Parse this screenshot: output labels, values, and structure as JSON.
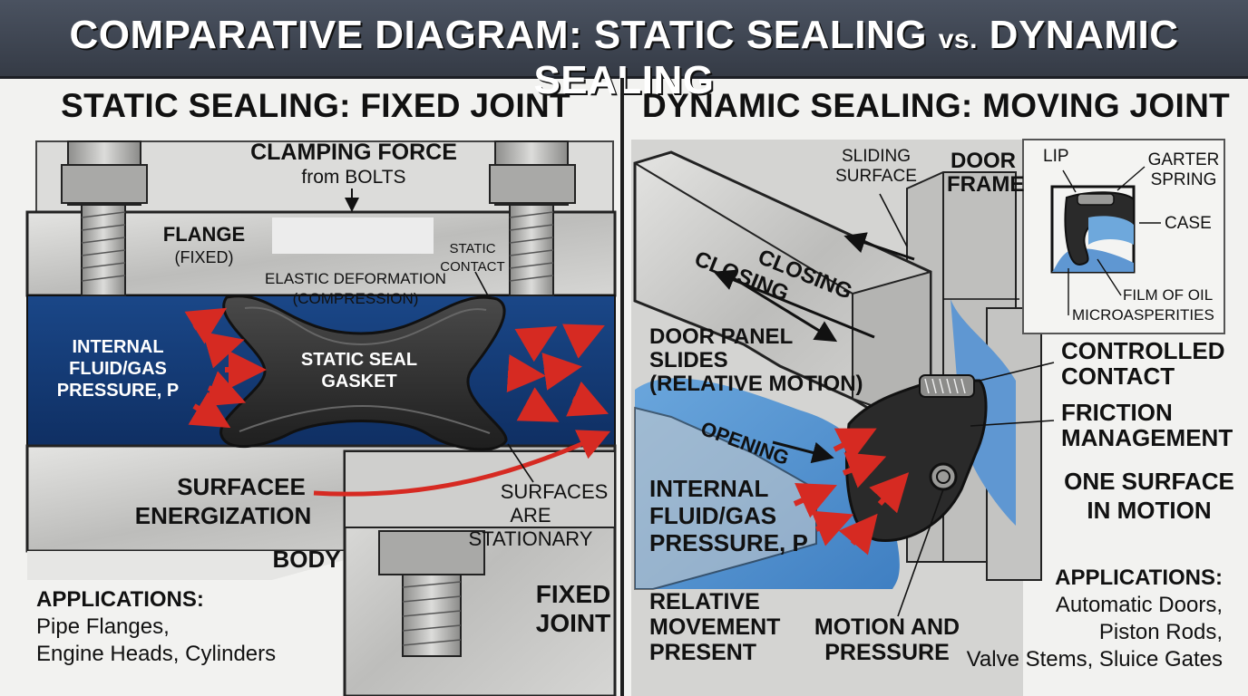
{
  "title": {
    "main_left": "COMPARATIVE DIAGRAM: STATIC SEALING ",
    "vs": "vs.",
    "main_right": " DYNAMIC SEALING"
  },
  "static": {
    "heading": "STATIC SEALING: FIXED JOINT",
    "clamping_force": "CLAMPING FORCE",
    "from_bolts": "from BOLTS",
    "flange": "FLANGE",
    "flange_fixed": "(FIXED)",
    "elastic_deformation": "ELASTIC DEFORMATION",
    "compression": "(COMPRESSION)",
    "static_contact_1": "STATIC",
    "static_contact_2": "CONTACT",
    "internal_pressure_1": "INTERNAL",
    "internal_pressure_2": "FLUID/GAS",
    "internal_pressure_3": "PRESSURE, P",
    "gasket_1": "STATIC SEAL",
    "gasket_2": "GASKET",
    "surface_energization_1": "SURFACEE",
    "surface_energization_2": "ENERGIZATION",
    "surfaces_1": "SURFACES",
    "surfaces_2": "ARE STATIONARY",
    "body": "BODY",
    "fixed_joint_1": "FIXED",
    "fixed_joint_2": "JOINT",
    "applications_heading": "APPLICATIONS:",
    "applications_1": "Pipe Flanges,",
    "applications_2": "Engine Heads, Cylinders"
  },
  "dynamic": {
    "heading": "DYNAMIC SEALING: MOVING JOINT",
    "sliding_surface_1": "SLIDING",
    "sliding_surface_2": "SURFACE",
    "door_frame_1": "DOOR",
    "door_frame_2": "FRAME",
    "closing": "CLOSING",
    "door_panel_1": "DOOR PANEL",
    "door_panel_2": "SLIDES",
    "door_panel_3": "(RELATIVE MOTION)",
    "opening": "OPENING",
    "internal_pressure_1": "INTERNAL",
    "internal_pressure_2": "FLUID/GAS",
    "internal_pressure_3": "PRESSURE, P",
    "relative_movement_1": "RELATIVE",
    "relative_movement_2": "MOVEMENT",
    "relative_movement_3": "PRESENT",
    "motion_pressure_1": "MOTION AND",
    "motion_pressure_2": "PRESSURE",
    "controlled_contact_1": "CONTROLLED",
    "controlled_contact_2": "CONTACT",
    "friction_1": "FRICTION",
    "friction_2": "MANAGEMENT",
    "one_surface_1": "ONE SURFACE",
    "one_surface_2": "IN MOTION",
    "inset_lip": "LIP",
    "inset_garter_1": "GARTER",
    "inset_garter_2": "SPRING",
    "inset_case": "CASE",
    "inset_film": "FILM OF OIL",
    "inset_micro": "MICROASPERITIES",
    "applications_heading": "APPLICATIONS:",
    "applications_1": "Automatic Doors,",
    "applications_2": "Piston Rods,",
    "applications_3": "Valve Stems, Sluice Gates"
  },
  "colors": {
    "fluid_left": "#123a78",
    "fluid_right": "#4f8fcf",
    "arrow": "#d62a22",
    "metal": "#c8c8c6",
    "gasket": "#2c2c2c",
    "banner": "#3f4653"
  }
}
